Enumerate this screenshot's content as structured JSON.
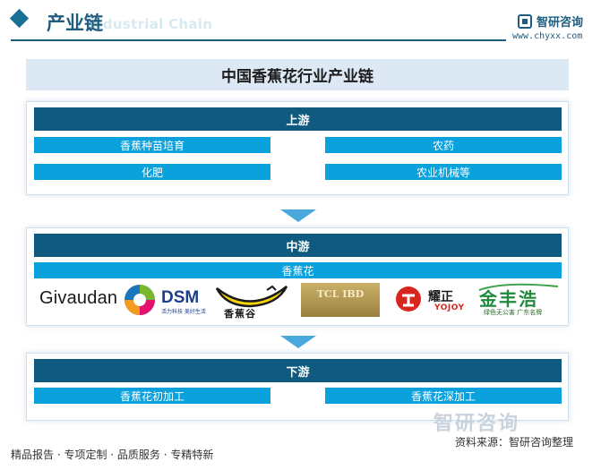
{
  "header": {
    "title": "产业链",
    "ghost_text": "Industrial Chain",
    "brand_name": "智研咨询",
    "brand_url": "www.chyxx.com"
  },
  "main_title": "中国香蕉花行业产业链",
  "upstream": {
    "title": "上游",
    "items": [
      "香蕉种苗培育",
      "农药",
      "化肥",
      "农业机械等"
    ]
  },
  "midstream": {
    "title": "中游",
    "item": "香蕉花",
    "logos": [
      {
        "name": "givaudan",
        "text": "Givaudan"
      },
      {
        "name": "dsm",
        "text": "DSM",
        "sub": "活力科技 美好生活"
      },
      {
        "name": "xiangjiaogu",
        "text": "香蕉谷"
      },
      {
        "name": "tcl",
        "text": "TCL IBD"
      },
      {
        "name": "yaozheng",
        "text": "耀正",
        "sub": "YOJOY"
      },
      {
        "name": "jinfenghao",
        "text": "金丰浩",
        "sub": "绿色无公害 广东名牌"
      }
    ]
  },
  "downstream": {
    "title": "下游",
    "items": [
      "香蕉花初加工",
      "香蕉花深加工"
    ]
  },
  "footer": {
    "services": "精品报告 · 专项定制 · 品质服务 · 专精特新",
    "source": "资料来源：智研咨询整理",
    "watermark": "智研咨询"
  },
  "colors": {
    "section_header": "#0f5a7e",
    "item_fill": "#0aa1dc",
    "arrow": "#4aa9dc",
    "title_band": "#dce9f4",
    "brand": "#1e5d7e"
  }
}
